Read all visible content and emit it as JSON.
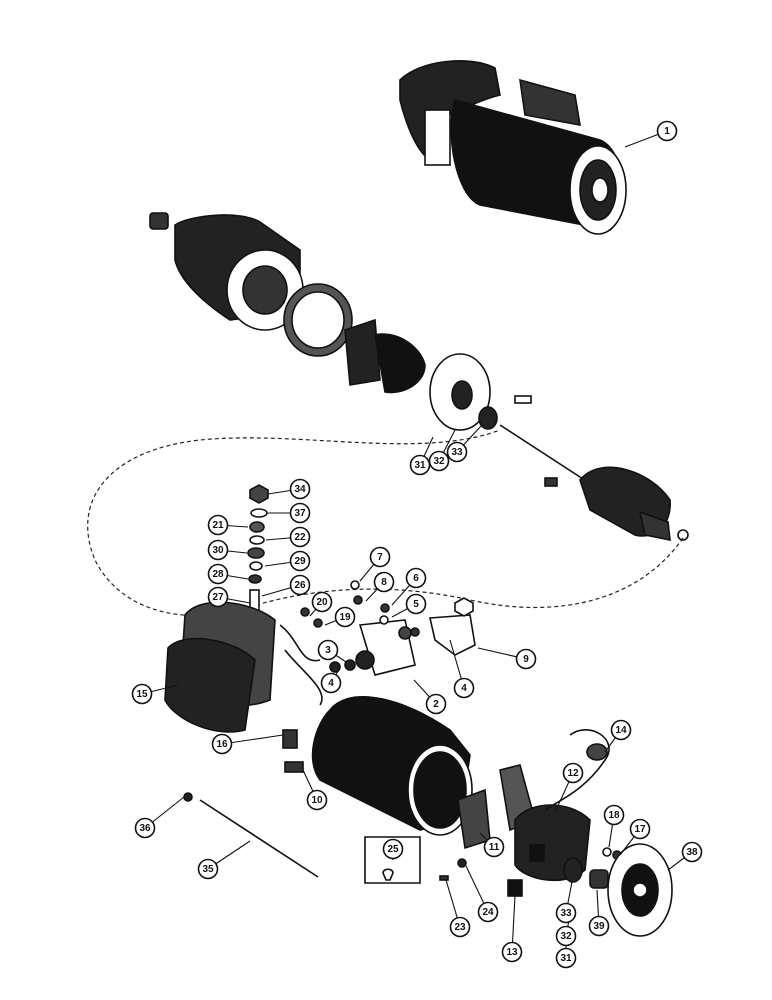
{
  "diagram": {
    "callouts": [
      {
        "id": "c1",
        "label": "1"
      },
      {
        "id": "c31a",
        "label": "31"
      },
      {
        "id": "c32a",
        "label": "32"
      },
      {
        "id": "c33a",
        "label": "33"
      },
      {
        "id": "c34",
        "label": "34"
      },
      {
        "id": "c37",
        "label": "37"
      },
      {
        "id": "c21",
        "label": "21"
      },
      {
        "id": "c22",
        "label": "22"
      },
      {
        "id": "c30",
        "label": "30"
      },
      {
        "id": "c29",
        "label": "29"
      },
      {
        "id": "c28",
        "label": "28"
      },
      {
        "id": "c27",
        "label": "27"
      },
      {
        "id": "c26",
        "label": "26"
      },
      {
        "id": "c7",
        "label": "7"
      },
      {
        "id": "c8",
        "label": "8"
      },
      {
        "id": "c6",
        "label": "6"
      },
      {
        "id": "c5",
        "label": "5"
      },
      {
        "id": "c20",
        "label": "20"
      },
      {
        "id": "c19",
        "label": "19"
      },
      {
        "id": "c3",
        "label": "3"
      },
      {
        "id": "c4a",
        "label": "4"
      },
      {
        "id": "c4b",
        "label": "4"
      },
      {
        "id": "c9",
        "label": "9"
      },
      {
        "id": "c2",
        "label": "2"
      },
      {
        "id": "c15",
        "label": "15"
      },
      {
        "id": "c16",
        "label": "16"
      },
      {
        "id": "c14",
        "label": "14"
      },
      {
        "id": "c12",
        "label": "12"
      },
      {
        "id": "c10",
        "label": "10"
      },
      {
        "id": "c18",
        "label": "18"
      },
      {
        "id": "c17",
        "label": "17"
      },
      {
        "id": "c38",
        "label": "38"
      },
      {
        "id": "c36",
        "label": "36"
      },
      {
        "id": "c35",
        "label": "35"
      },
      {
        "id": "c11",
        "label": "11"
      },
      {
        "id": "c25",
        "label": "25"
      },
      {
        "id": "c23",
        "label": "23"
      },
      {
        "id": "c24",
        "label": "24"
      },
      {
        "id": "c13",
        "label": "13"
      },
      {
        "id": "c33b",
        "label": "33"
      },
      {
        "id": "c32b",
        "label": "32"
      },
      {
        "id": "c31b",
        "label": "31"
      },
      {
        "id": "c39",
        "label": "39"
      }
    ]
  }
}
